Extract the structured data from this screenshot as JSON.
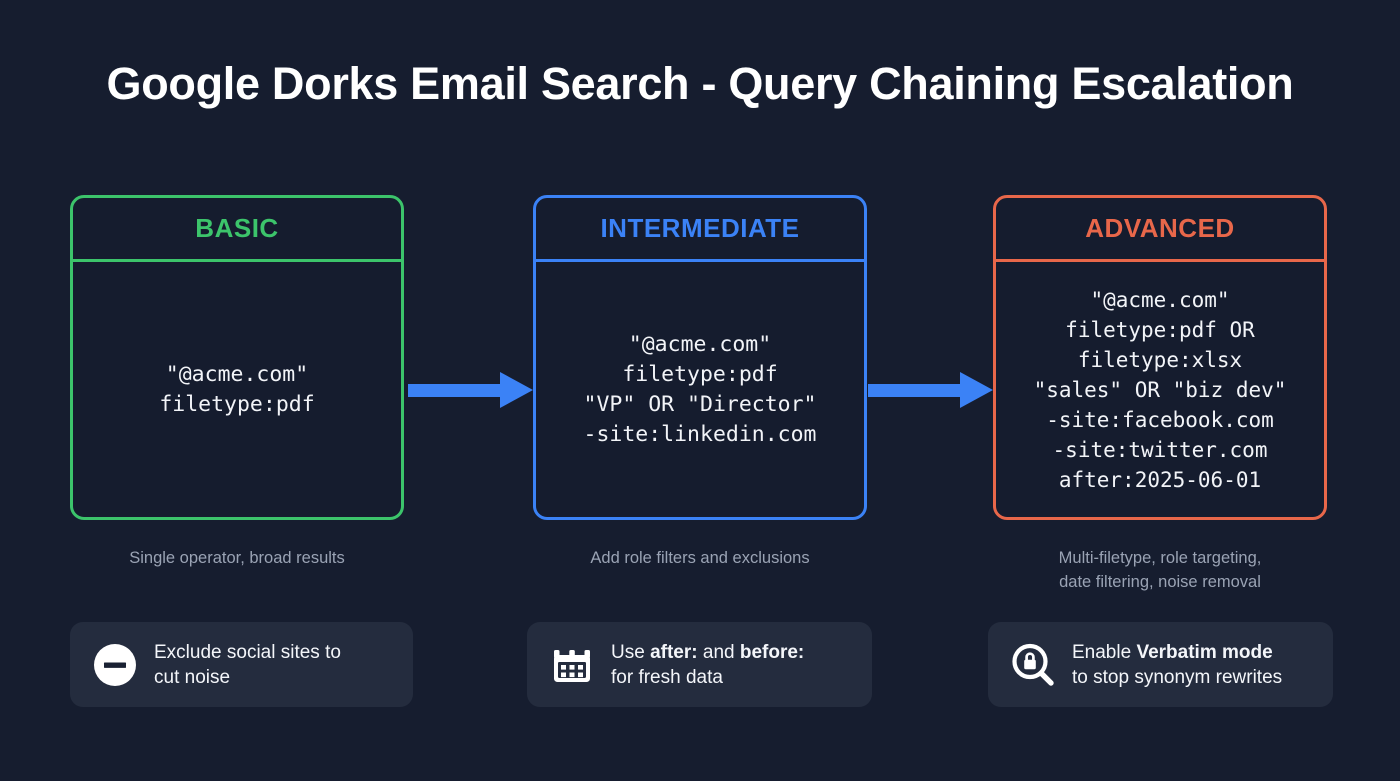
{
  "title": "Google Dorks Email Search - Query Chaining Escalation",
  "colors": {
    "background": "#161d2f",
    "basic": "#3cc46b",
    "intermediate": "#3b82f6",
    "advanced": "#e8674a",
    "arrow": "#3b82f6",
    "caption_text": "#9aa3b4",
    "tip_background": "#242c3e",
    "query_text": "#f2f4f8"
  },
  "stages": [
    {
      "label": "BASIC",
      "query": "\"@acme.com\"\nfiletype:pdf",
      "caption": "Single operator, broad results",
      "color": "#3cc46b"
    },
    {
      "label": "INTERMEDIATE",
      "query": "\"@acme.com\"\nfiletype:pdf\n\"VP\" OR \"Director\"\n-site:linkedin.com",
      "caption": "Add role filters and exclusions",
      "color": "#3b82f6"
    },
    {
      "label": "ADVANCED",
      "query": "\"@acme.com\"\nfiletype:pdf OR\nfiletype:xlsx\n\"sales\" OR \"biz dev\"\n-site:facebook.com\n-site:twitter.com\nafter:2025-06-01",
      "caption": "Multi-filetype, role targeting,\ndate filtering, noise removal",
      "color": "#e8674a"
    }
  ],
  "arrows": [
    {
      "from": "BASIC",
      "to": "INTERMEDIATE"
    },
    {
      "from": "INTERMEDIATE",
      "to": "ADVANCED"
    }
  ],
  "tips": [
    {
      "icon": "minus-circle-icon",
      "text_html": "Exclude social sites to<br>cut noise",
      "text_plain": "Exclude social sites to cut noise"
    },
    {
      "icon": "calendar-icon",
      "text_html": "Use <b>after:</b> and <b>before:</b><br>for fresh data",
      "text_plain": "Use after: and before: for fresh data"
    },
    {
      "icon": "search-lock-icon",
      "text_html": "Enable <b>Verbatim mode</b><br>to stop synonym rewrites",
      "text_plain": "Enable Verbatim mode to stop synonym rewrites"
    }
  ]
}
